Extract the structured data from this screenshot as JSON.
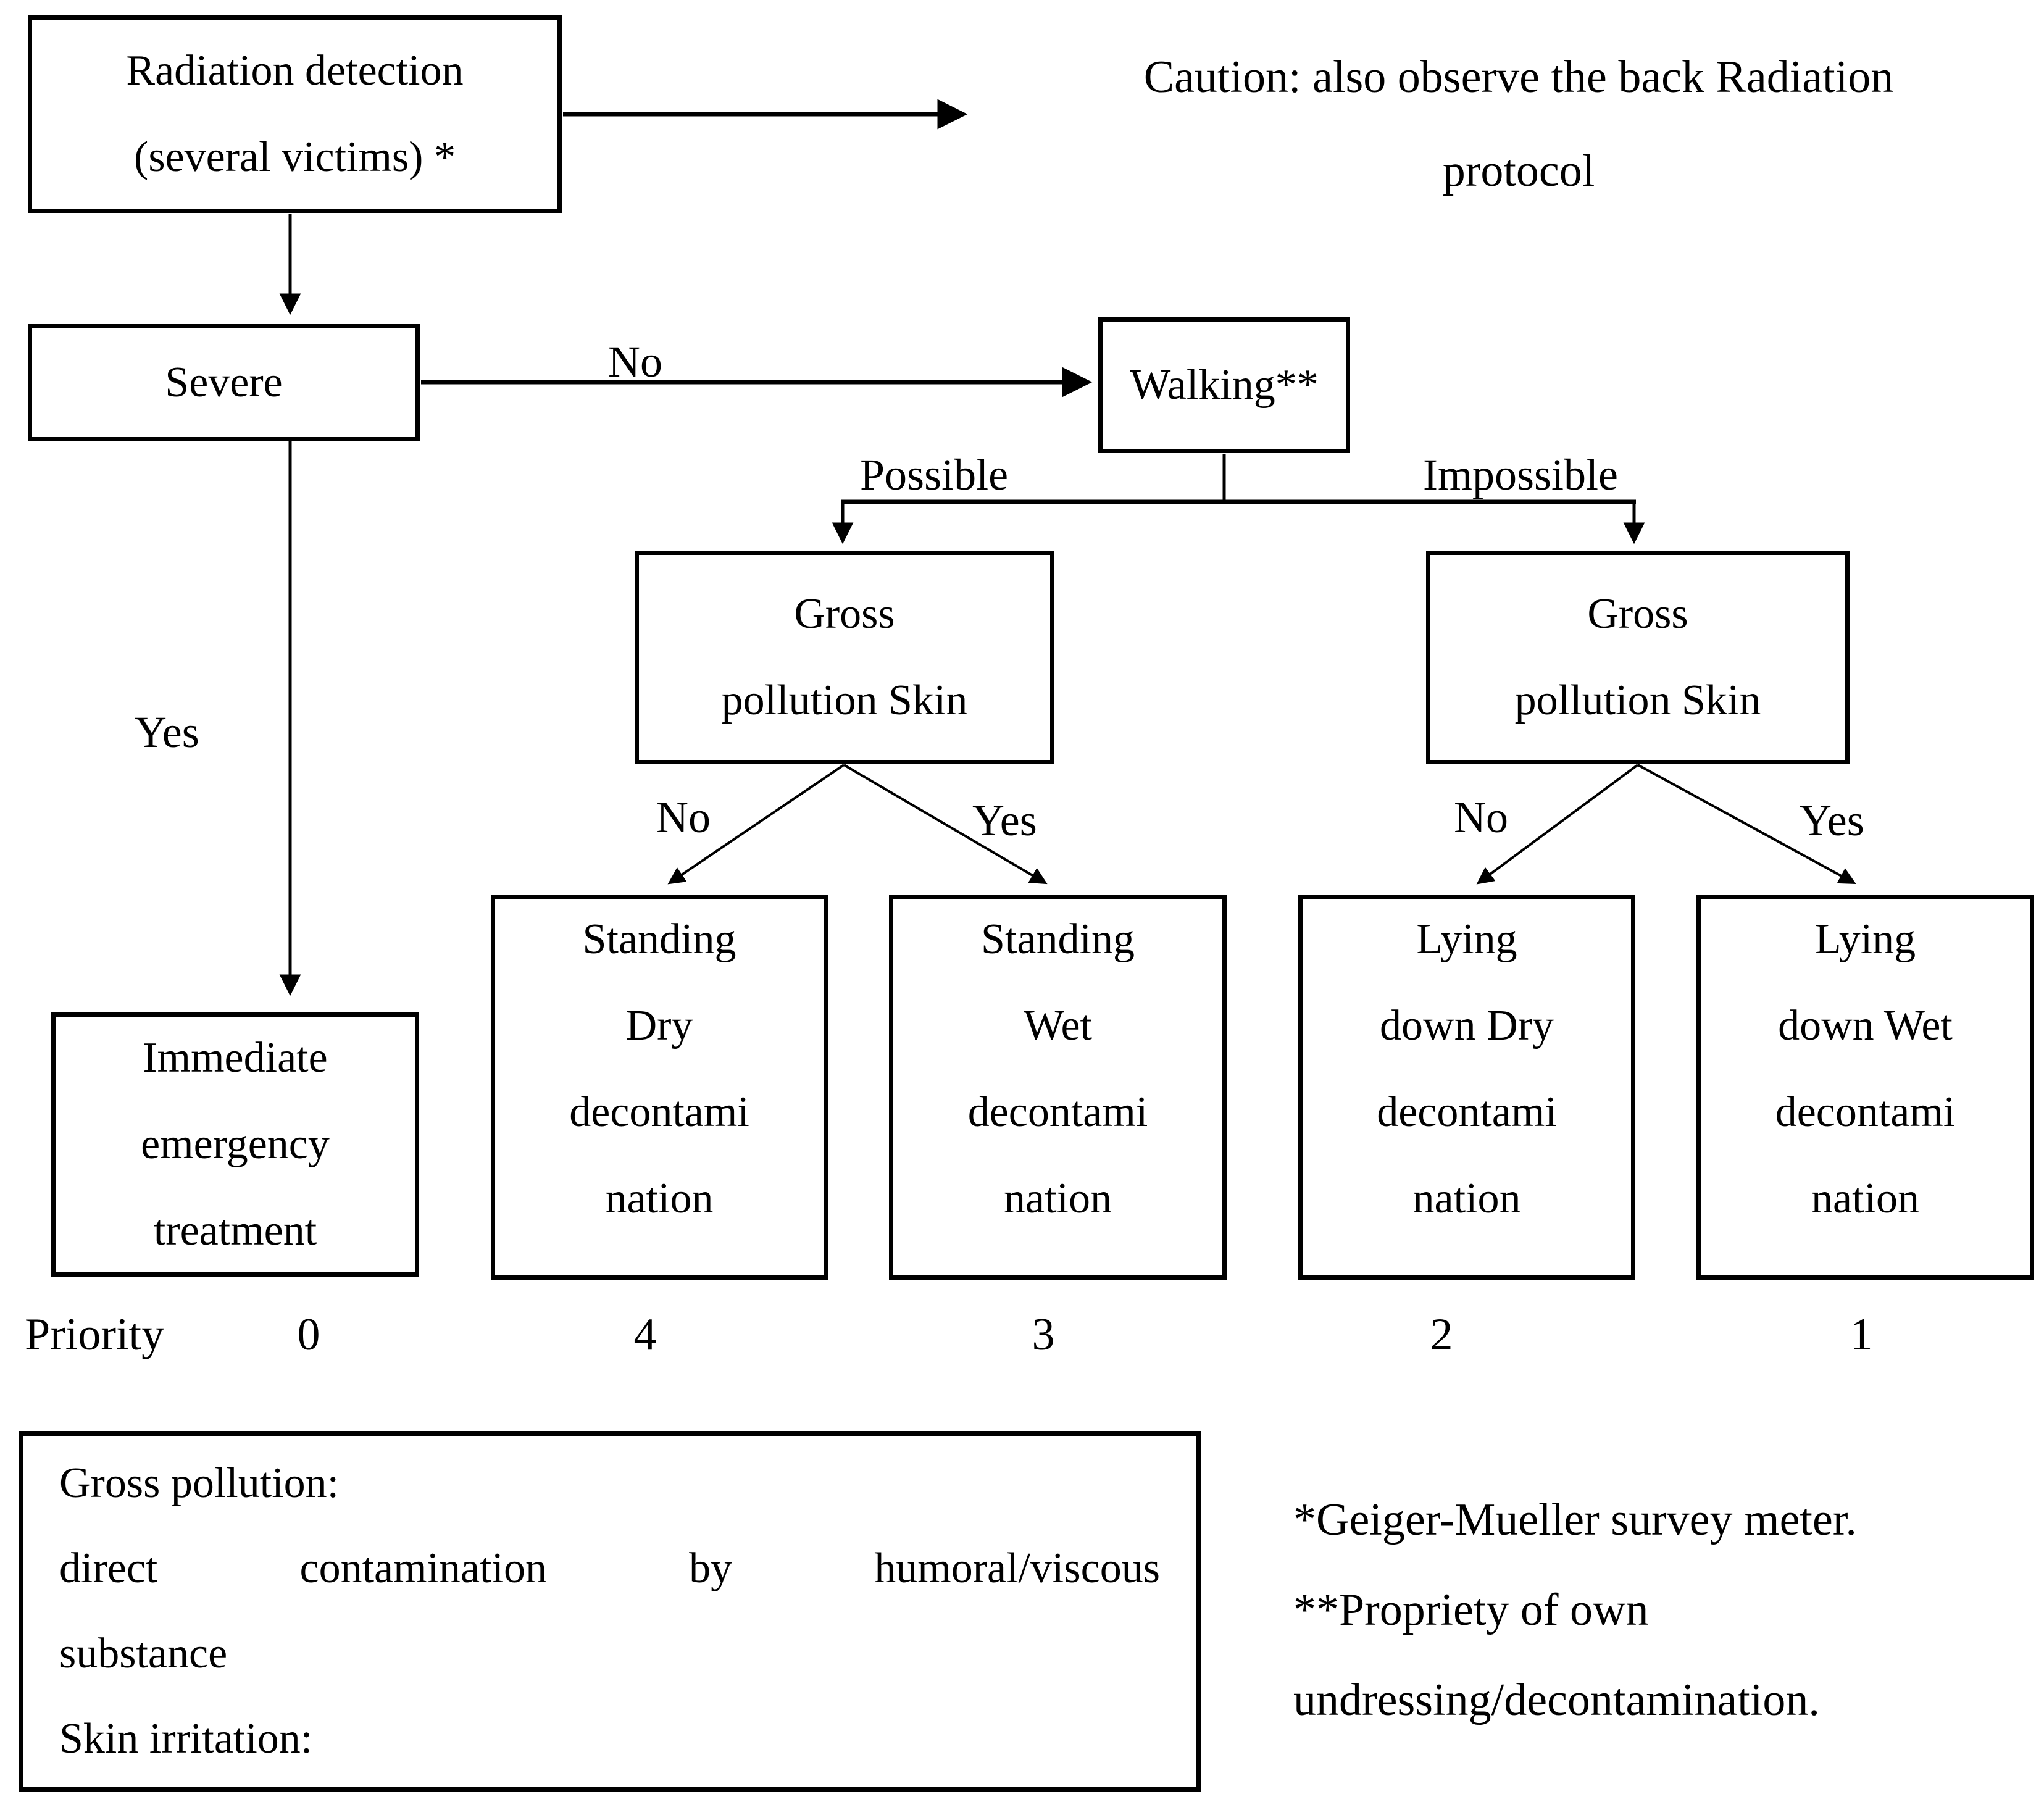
{
  "figure": {
    "caution_note": {
      "line1": "Caution: also observe the back Radiation",
      "line2": "protocol"
    },
    "nodes": {
      "radiation": {
        "line1": "Radiation detection",
        "line2": "(several victims) *"
      },
      "severe": {
        "label": "Severe"
      },
      "walking": {
        "label": "Walking**"
      },
      "gross_left": {
        "line1": "Gross",
        "line2": "pollution Skin"
      },
      "gross_right": {
        "line1": "Gross",
        "line2": "pollution Skin"
      },
      "standing_dry": {
        "line1": "Standing",
        "line2": "Dry",
        "line3": "decontami",
        "line4": "nation"
      },
      "standing_wet": {
        "line1": "Standing",
        "line2": "Wet",
        "line3": "decontami",
        "line4": "nation"
      },
      "lying_dry": {
        "line1": "Lying",
        "line2": "down Dry",
        "line3": "decontami",
        "line4": "nation"
      },
      "lying_wet": {
        "line1": "Lying",
        "line2": "down Wet",
        "line3": "decontami",
        "line4": "nation"
      },
      "immediate": {
        "line1": "Immediate",
        "line2": "emergency",
        "line3": "treatment"
      }
    },
    "edge_labels": {
      "severe_no": "No",
      "severe_yes": "Yes",
      "walking_possible": "Possible",
      "walking_impossible": "Impossible",
      "gross_left_no": "No",
      "gross_left_yes": "Yes",
      "gross_right_no": "No",
      "gross_right_yes": "Yes"
    },
    "priority": {
      "label": "Priority",
      "values": [
        "0",
        "4",
        "3",
        "2",
        "1"
      ]
    },
    "legend": {
      "line1": "Gross pollution:",
      "line2": "direct contamination by humoral/viscous",
      "line3": "substance",
      "line4": "Skin irritation:"
    },
    "footnotes": {
      "line1": "*Geiger-Mueller survey meter.",
      "line2": "**Propriety of own",
      "line3": "undressing/decontamination."
    },
    "colors": {
      "ink": "#000000",
      "background": "#ffffff"
    }
  }
}
